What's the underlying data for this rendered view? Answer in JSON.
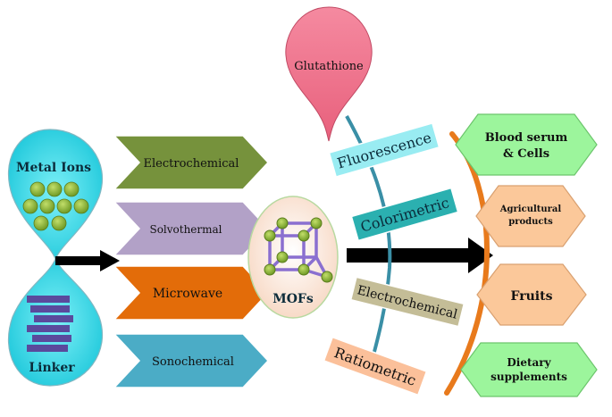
{
  "inputs": {
    "metal_ions": "Metal Ions",
    "linker": "Linker"
  },
  "methods": [
    {
      "label": "Electrochemical",
      "color": "#76923c"
    },
    {
      "label": "Solvothermal",
      "color": "#b2a1c7"
    },
    {
      "label": "Microwave",
      "color": "#e36c09"
    },
    {
      "label": "Sonochemical",
      "color": "#4bacc6"
    }
  ],
  "center": {
    "label": "MOFs"
  },
  "target": {
    "label": "Glutathione",
    "color": "#f07890"
  },
  "techniques": [
    {
      "label": "Fluorescence",
      "color": "#99ecf2"
    },
    {
      "label": "Colorimetric",
      "color": "#2bb0b0"
    },
    {
      "label": "Electrochemical",
      "color": "#c4bd97"
    },
    {
      "label": "Ratiometric",
      "color": "#fbc09a"
    }
  ],
  "applications": [
    {
      "label_line1": "Blood serum",
      "label_line2": "& Cells",
      "color": "#9cf59c"
    },
    {
      "label_line1": "Agricultural",
      "label_line2": "products",
      "color": "#fbc89a"
    },
    {
      "label_line1": "Fruits",
      "label_line2": "",
      "color": "#fbc89a"
    },
    {
      "label_line1": "Dietary",
      "label_line2": "supplements",
      "color": "#9cf59c"
    }
  ],
  "colors": {
    "input_fill": "#33d6e6",
    "dot": "#8db33a",
    "linker_bar": "#5a4a9c",
    "arrow": "#000000",
    "arc": "#e87a1c",
    "fishbone": "#3a8fa6"
  }
}
